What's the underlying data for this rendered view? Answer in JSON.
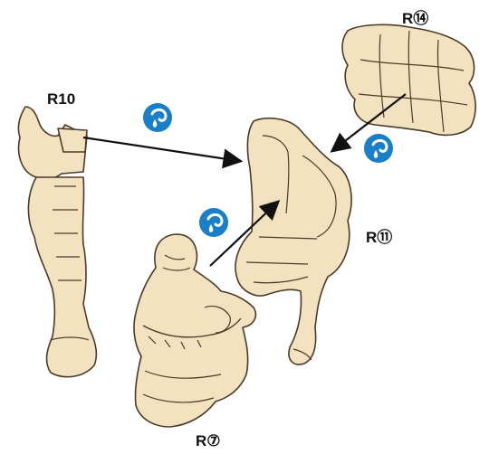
{
  "labels": {
    "r10": "R10",
    "r14": "R⑭",
    "r11": "R⑪",
    "r7": "R⑦"
  },
  "colors": {
    "part_fill": "#f3e2c0",
    "part_stroke": "#4a3b28",
    "arrow": "#111111",
    "glue_badge": "#1a7fc9",
    "background": "#ffffff"
  },
  "icons": [
    "cement-drop-icon",
    "cement-drop-icon",
    "cement-drop-icon"
  ]
}
